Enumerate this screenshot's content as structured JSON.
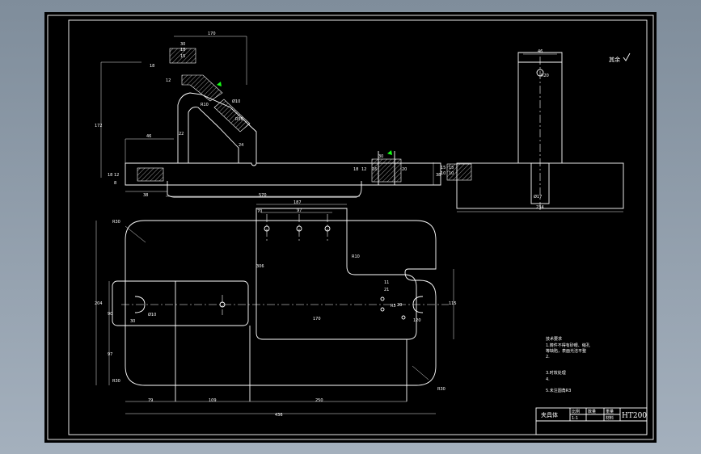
{
  "drawing": {
    "roughness_note": "其余",
    "title_block": {
      "part_name": "夹具体",
      "part_number": "HT200",
      "cells": [
        "比例",
        "数量",
        "重量",
        "材料",
        "1:1"
      ]
    },
    "tech_requirements": {
      "heading": "技术要求",
      "lines": [
        "1.铸件不得有砂眼、缩孔",
        "等缺陷，表面光洁平整",
        "2.",
        "3.时效处理",
        "4.",
        "5.未注圆角R3"
      ]
    },
    "dimensions": {
      "front_view": [
        "170",
        "30",
        "18",
        "15",
        "18",
        "12",
        "R10",
        "172",
        "46",
        "22",
        "24",
        "R50",
        "18",
        "12",
        "8",
        "38",
        "570",
        "Ø10",
        "30",
        "18",
        "12",
        "16",
        "20",
        "15",
        "10",
        "38"
      ],
      "side_view": [
        "46",
        "R20",
        "15",
        "10",
        "Ø17",
        "234"
      ],
      "top_view": [
        "R30",
        "187",
        "70",
        "97",
        "R10",
        "306",
        "170",
        "21",
        "11",
        "R5",
        "115",
        "20",
        "Ø10",
        "204",
        "90",
        "30",
        "97",
        "120",
        "R30",
        "R30",
        "79",
        "109",
        "250",
        "436"
      ]
    }
  }
}
